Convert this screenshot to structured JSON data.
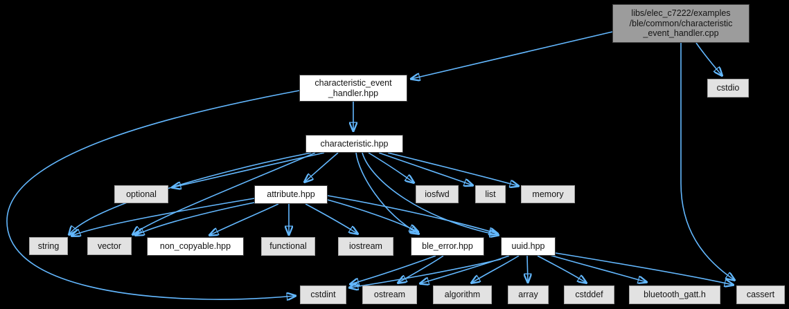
{
  "graph": {
    "title": "include dependency graph for characteristic_event_handler.cpp",
    "type": "include-dependency-graph",
    "colors": {
      "background": "#000000",
      "edge": "#63b8ff",
      "main_node_fill": "#9c9c9c",
      "project_node_fill": "#ffffff",
      "system_node_fill": "#e2e2e2",
      "dark_border": "#3d3d3d",
      "light_border": "#a5a5a5"
    },
    "nodes": [
      {
        "id": "main",
        "label": "libs/elec_c7222/examples\n/ble/common/characteristic\n_event_handler.cpp",
        "kind": "main"
      },
      {
        "id": "cstdio",
        "label": "cstdio",
        "kind": "system"
      },
      {
        "id": "characteristic_event_handler_hpp",
        "label": "characteristic_event\n_handler.hpp",
        "kind": "project"
      },
      {
        "id": "characteristic_hpp",
        "label": "characteristic.hpp",
        "kind": "project"
      },
      {
        "id": "optional",
        "label": "optional",
        "kind": "system"
      },
      {
        "id": "attribute_hpp",
        "label": "attribute.hpp",
        "kind": "project"
      },
      {
        "id": "iosfwd",
        "label": "iosfwd",
        "kind": "system"
      },
      {
        "id": "list",
        "label": "list",
        "kind": "system"
      },
      {
        "id": "memory",
        "label": "memory",
        "kind": "system"
      },
      {
        "id": "string",
        "label": "string",
        "kind": "system"
      },
      {
        "id": "vector",
        "label": "vector",
        "kind": "system"
      },
      {
        "id": "non_copyable_hpp",
        "label": "non_copyable.hpp",
        "kind": "project"
      },
      {
        "id": "functional",
        "label": "functional",
        "kind": "system"
      },
      {
        "id": "iostream",
        "label": "iostream",
        "kind": "system"
      },
      {
        "id": "ble_error_hpp",
        "label": "ble_error.hpp",
        "kind": "project"
      },
      {
        "id": "uuid_hpp",
        "label": "uuid.hpp",
        "kind": "project"
      },
      {
        "id": "cstdint",
        "label": "cstdint",
        "kind": "system"
      },
      {
        "id": "ostream",
        "label": "ostream",
        "kind": "system"
      },
      {
        "id": "algorithm",
        "label": "algorithm",
        "kind": "system"
      },
      {
        "id": "array",
        "label": "array",
        "kind": "system"
      },
      {
        "id": "cstddef",
        "label": "cstddef",
        "kind": "system"
      },
      {
        "id": "bluetooth_gatt_h",
        "label": "bluetooth_gatt.h",
        "kind": "system"
      },
      {
        "id": "cassert",
        "label": "cassert",
        "kind": "system"
      }
    ],
    "edges": [
      {
        "from": "main",
        "to": "characteristic_event_handler_hpp"
      },
      {
        "from": "main",
        "to": "cstdio"
      },
      {
        "from": "main",
        "to": "cassert"
      },
      {
        "from": "characteristic_event_handler_hpp",
        "to": "characteristic_hpp"
      },
      {
        "from": "characteristic_event_handler_hpp",
        "to": "cstdint"
      },
      {
        "from": "characteristic_hpp",
        "to": "optional"
      },
      {
        "from": "characteristic_hpp",
        "to": "attribute_hpp"
      },
      {
        "from": "characteristic_hpp",
        "to": "iosfwd"
      },
      {
        "from": "characteristic_hpp",
        "to": "list"
      },
      {
        "from": "characteristic_hpp",
        "to": "memory"
      },
      {
        "from": "characteristic_hpp",
        "to": "string"
      },
      {
        "from": "characteristic_hpp",
        "to": "vector"
      },
      {
        "from": "characteristic_hpp",
        "to": "ble_error_hpp"
      },
      {
        "from": "characteristic_hpp",
        "to": "uuid_hpp"
      },
      {
        "from": "attribute_hpp",
        "to": "string"
      },
      {
        "from": "attribute_hpp",
        "to": "vector"
      },
      {
        "from": "attribute_hpp",
        "to": "non_copyable_hpp"
      },
      {
        "from": "attribute_hpp",
        "to": "functional"
      },
      {
        "from": "attribute_hpp",
        "to": "iostream"
      },
      {
        "from": "attribute_hpp",
        "to": "ble_error_hpp"
      },
      {
        "from": "attribute_hpp",
        "to": "uuid_hpp"
      },
      {
        "from": "ble_error_hpp",
        "to": "cstdint"
      },
      {
        "from": "ble_error_hpp",
        "to": "ostream"
      },
      {
        "from": "uuid_hpp",
        "to": "cstdint"
      },
      {
        "from": "uuid_hpp",
        "to": "ostream"
      },
      {
        "from": "uuid_hpp",
        "to": "algorithm"
      },
      {
        "from": "uuid_hpp",
        "to": "array"
      },
      {
        "from": "uuid_hpp",
        "to": "cstddef"
      },
      {
        "from": "uuid_hpp",
        "to": "bluetooth_gatt_h"
      },
      {
        "from": "uuid_hpp",
        "to": "cassert"
      }
    ]
  }
}
